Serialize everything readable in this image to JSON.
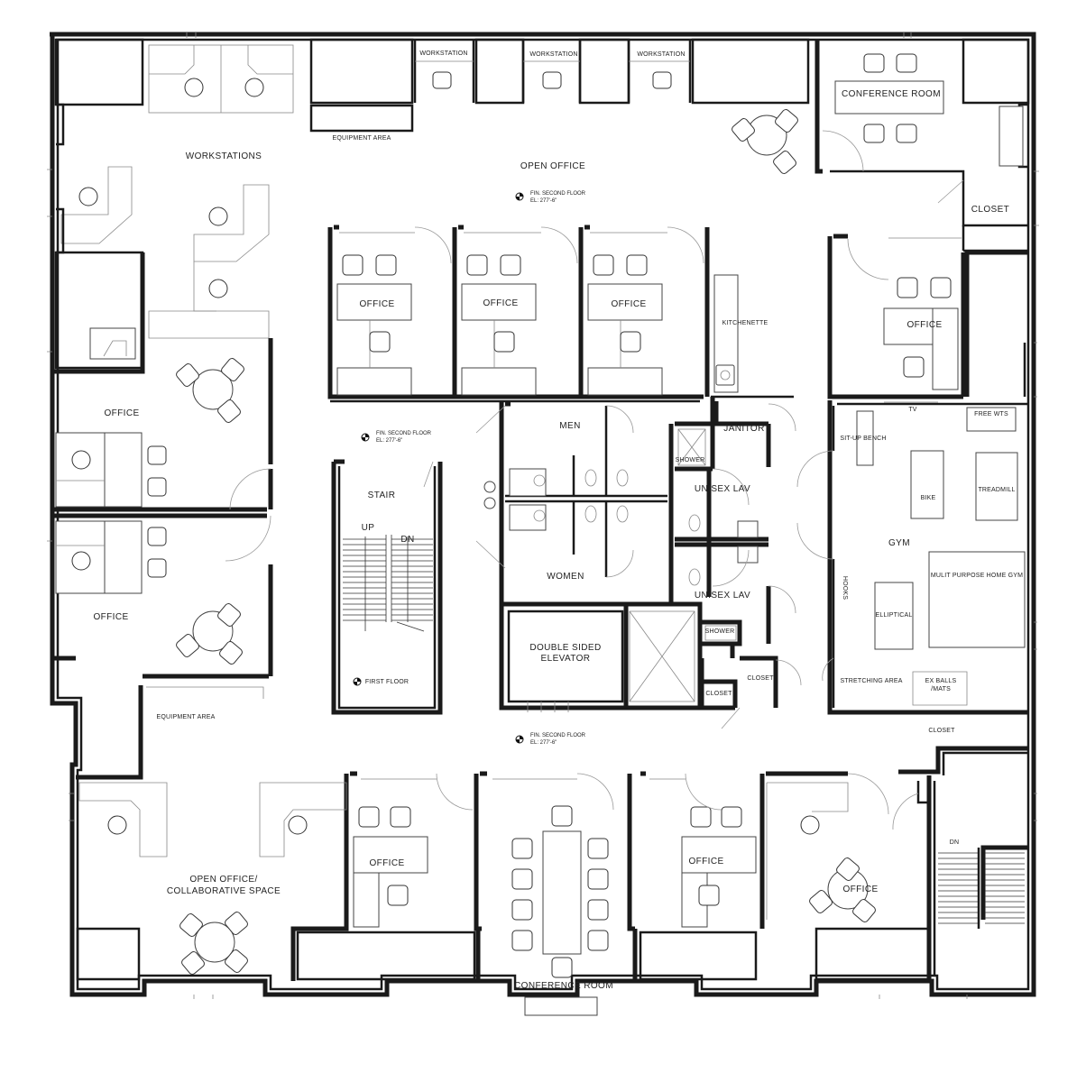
{
  "labels": {
    "workstation_1": "WORKSTATION",
    "workstation_2": "WORKSTATION",
    "workstation_3": "WORKSTATION",
    "conference_room_top": "CONFERENCE ROOM",
    "equipment_area_top": "EQUIPMENT AREA",
    "workstations": "WORKSTATIONS",
    "open_office": "OPEN OFFICE",
    "fin_floor_1_a": "FIN. SECOND FLOOR",
    "fin_floor_1_b": "EL: 277'-6\"",
    "closet_top": "CLOSET",
    "office_a": "OFFICE",
    "office_b": "OFFICE",
    "office_c": "OFFICE",
    "kitchenette": "KITCHENETTE",
    "office_right": "OFFICE",
    "office_left_top": "OFFICE",
    "fin_floor_2_a": "FIN. SECOND FLOOR",
    "fin_floor_2_b": "EL: 277'-6\"",
    "men": "MEN",
    "janitor": "JANITOR",
    "tv": "TV",
    "free_wts": "FREE WTS",
    "sit_up_bench": "SIT-UP BENCH",
    "stair": "STAIR",
    "up": "UP",
    "dn": "DN",
    "shower_1": "SHOWER",
    "unisex_lav_1": "UNISEX LAV",
    "bike": "BIKE",
    "treadmill": "TREADMILL",
    "gym": "GYM",
    "women": "WOMEN",
    "unisex_lav_2": "UNISEX LAV",
    "hooks": "HOOKS",
    "multi_gym": "MULIT PURPOSE HOME GYM",
    "elliptical": "ELLIPTICAL",
    "office_left_bottom": "OFFICE",
    "elevator_1": "DOUBLE SIDED",
    "elevator_2": "ELEVATOR",
    "shower_2": "SHOWER",
    "closet_mid": "CLOSET",
    "stretching": "STRETCHING AREA",
    "ex_balls_1": "EX BALLS",
    "ex_balls_2": "/MATS",
    "first_floor": "FIRST FLOOR",
    "closet_small": "CLOSET",
    "equipment_area_left": "EQUIPMENT AREA",
    "closet_right": "CLOSET",
    "fin_floor_3_a": "FIN. SECOND FLOOR",
    "fin_floor_3_b": "EL: 277'-6\"",
    "office_bot_1": "OFFICE",
    "office_bot_2": "OFFICE",
    "office_bot_3": "OFFICE",
    "dn_bottom": "DN",
    "open_office_collab_1": "OPEN OFFICE/",
    "open_office_collab_2": "COLLABORATIVE SPACE",
    "conference_room_bottom": "CONFERENCE ROOM"
  }
}
